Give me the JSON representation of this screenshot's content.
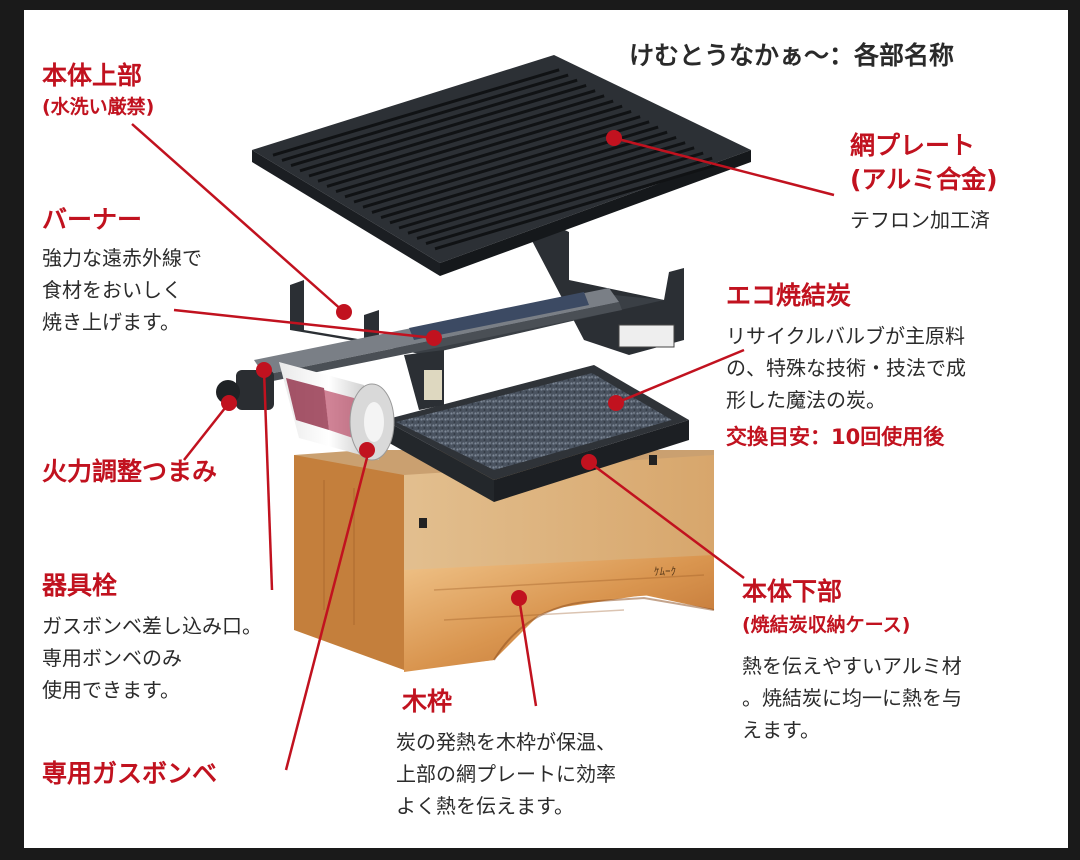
{
  "header": {
    "title": "けむとうなかぁ〜：各部名称"
  },
  "parts": {
    "body_top": {
      "name": "本体上部",
      "note": "(水洗い厳禁)"
    },
    "burner": {
      "name": "バーナー",
      "desc": [
        "強力な遠赤外線で",
        "食材をおいしく",
        "焼き上げます。"
      ]
    },
    "knob": {
      "name": "火力調整つまみ"
    },
    "valve": {
      "name": "器具栓",
      "desc": [
        "ガスボンベ差し込み口。",
        "専用ボンベのみ",
        "使用できます。"
      ]
    },
    "gas": {
      "name": "専用ガスボンベ"
    },
    "net_plate": {
      "name": "網プレート",
      "note": "(アルミ合金)",
      "desc": "テフロン加工済"
    },
    "eco_charcoal": {
      "name": "エコ焼結炭",
      "desc": [
        "リサイクルバルブが主原料",
        "の、特殊な技術・技法で成",
        "形した魔法の炭。"
      ],
      "replace": "交換目安：10回使用後"
    },
    "body_bottom": {
      "name": "本体下部",
      "note": "(焼結炭収納ケース)",
      "desc": [
        "熱を伝えやすいアルミ材",
        "。焼結炭に均一に熱を与",
        "えます。"
      ]
    },
    "wood_frame": {
      "name": "木枠",
      "desc": [
        "炭の発熱を木枠が保温、",
        "上部の網プレートに効率",
        "よく熱を伝えます。"
      ]
    }
  },
  "product_mark": "ｹﾑｰｸ",
  "colors": {
    "accent": "#c1121f",
    "text": "#2b2b2b",
    "metal": "#2f3338",
    "wood": "#d9a15e"
  }
}
